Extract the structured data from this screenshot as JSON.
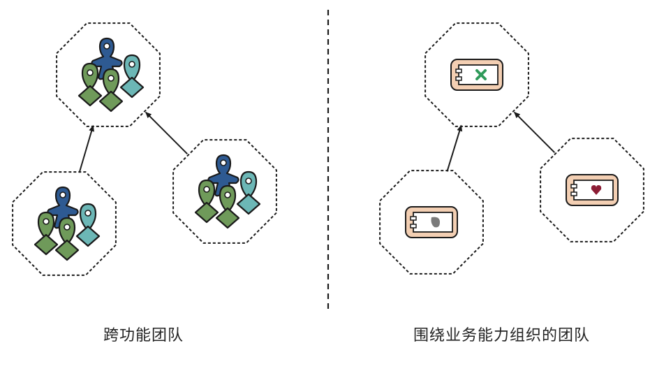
{
  "captions": {
    "left": "跨功能团队",
    "right": "围绕业务能力组织的团队"
  },
  "colors": {
    "background": "#ffffff",
    "outline": "#1a1a1a",
    "person_blue": "#2e5a92",
    "person_green": "#6f9a5a",
    "person_teal": "#6cb7b6",
    "component_fill": "#f3cfb3",
    "glyph_green": "#2f9a5a",
    "glyph_gray": "#7a7a7a",
    "glyph_red": "#8c1d35"
  },
  "icons": {
    "team": "people-group-icon",
    "component": "component-box-icon",
    "arrow": "arrow-icon"
  },
  "structure": {
    "left_group": {
      "nodes": [
        "team-top",
        "team-bottom-left",
        "team-bottom-right"
      ],
      "edges": [
        [
          "team-bottom-left",
          "team-top"
        ],
        [
          "team-bottom-right",
          "team-top"
        ]
      ]
    },
    "right_group": {
      "nodes": [
        "component-top",
        "component-bottom-left",
        "component-bottom-right"
      ],
      "edges": [
        [
          "component-bottom-left",
          "component-top"
        ],
        [
          "component-bottom-right",
          "component-top"
        ]
      ]
    }
  }
}
